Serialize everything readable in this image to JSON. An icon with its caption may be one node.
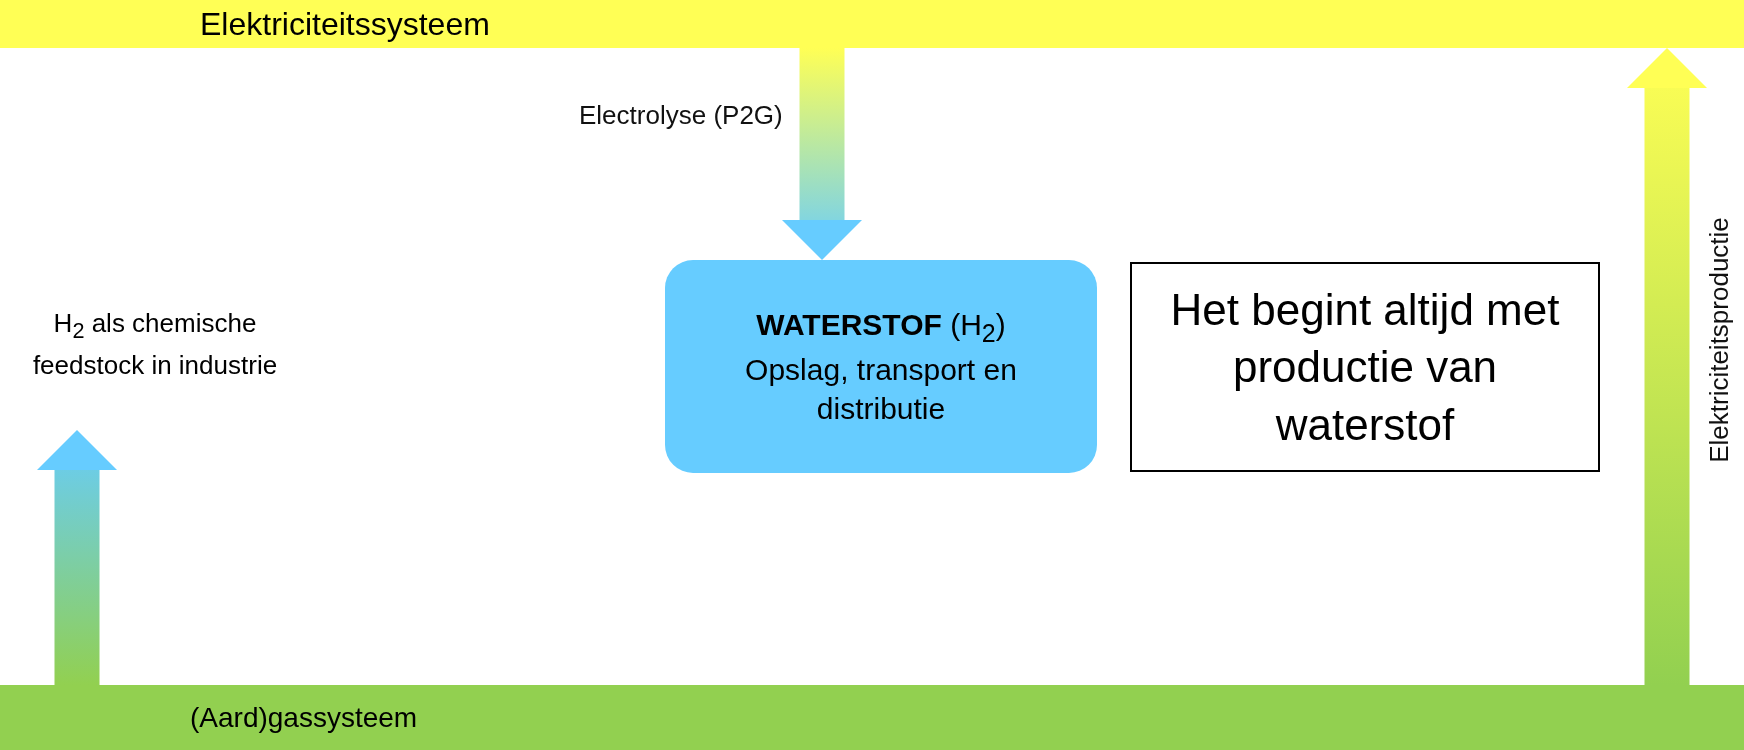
{
  "diagram": {
    "nodes": [
      {
        "text": [
          "Elektriciteitssysteem"
        ]
      },
      {
        "text": [
          "**WATERSTOF** (H$_{2}$)",
          "Opslag, transport en distributie"
        ]
      },
      {
        "text": [
          "Het begint altijd met productie van waterstof"
        ]
      },
      {
        "text": [
          "(Aard)gassysteem"
        ]
      },
      {
        "text": [
          "H$_{2}$ als chemische feedstock in industrie"
        ]
      }
    ],
    "edges": [
      {
        "from": 0,
        "to": 1,
        "arrow": "to",
        "label": "Electrolyse (P2G)"
      },
      {
        "from": 3,
        "to": 4,
        "arrow": "to"
      },
      {
        "from": 3,
        "to": 0,
        "arrow": "to",
        "label": "Elektriciteitsproductie"
      }
    ]
  }
}
